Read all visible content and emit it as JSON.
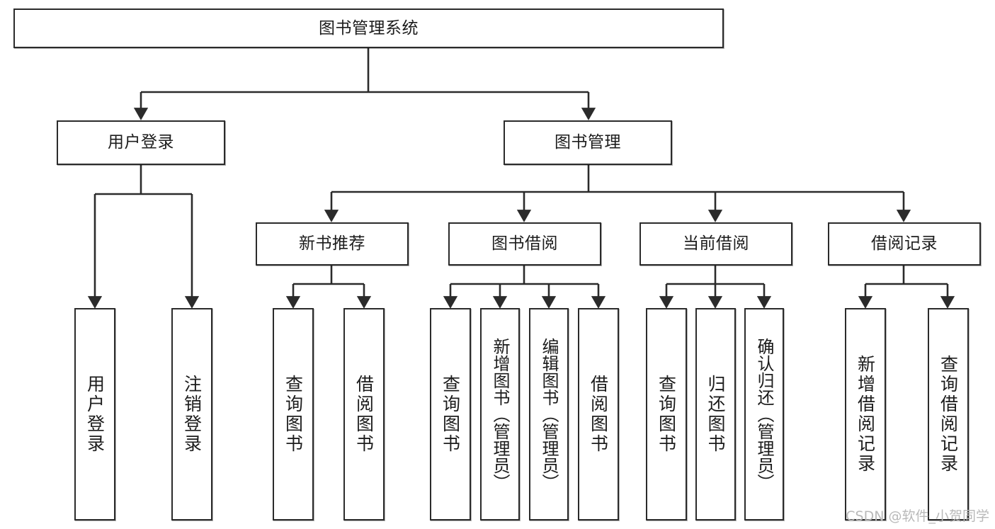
{
  "diagram": {
    "type": "tree-hierarchy",
    "title": "图书管理系统",
    "orientation": "top-down",
    "colors": {
      "node_border": "#2b2b2b",
      "node_fill": "#ffffff",
      "edge": "#2b2b2b",
      "text": "#1c1c1c",
      "watermark": "#b9b9b9",
      "background": "#ffffff"
    }
  },
  "nodes": {
    "root": {
      "label": "图书管理系统"
    },
    "level2": [
      {
        "id": "user-login",
        "label": "用户登录"
      },
      {
        "id": "book-manage",
        "label": "图书管理"
      }
    ],
    "level3": [
      {
        "id": "new-book-recommend",
        "label": "新书推荐"
      },
      {
        "id": "book-borrow",
        "label": "图书借阅"
      },
      {
        "id": "current-borrow",
        "label": "当前借阅"
      },
      {
        "id": "borrow-record",
        "label": "借阅记录"
      }
    ],
    "leaves": {
      "user_login": [
        {
          "id": "leaf-user-login",
          "label": "用户登录"
        },
        {
          "id": "leaf-logout-login",
          "label": "注销登录"
        }
      ],
      "new_book_recommend": [
        {
          "id": "leaf-query-book-1",
          "label": "查询图书"
        },
        {
          "id": "leaf-borrow-book-1",
          "label": "借阅图书"
        }
      ],
      "book_borrow": [
        {
          "id": "leaf-query-book-2",
          "label": "查询图书"
        },
        {
          "id": "leaf-add-book",
          "label": "新增图书（管理员）"
        },
        {
          "id": "leaf-edit-book",
          "label": "编辑图书（管理员）"
        },
        {
          "id": "leaf-borrow-book-2",
          "label": "借阅图书"
        }
      ],
      "current_borrow": [
        {
          "id": "leaf-query-book-3",
          "label": "查询图书"
        },
        {
          "id": "leaf-return-book",
          "label": "归还图书"
        },
        {
          "id": "leaf-confirm-return",
          "label": "确认归还（管理员）"
        }
      ],
      "borrow_record": [
        {
          "id": "leaf-add-record",
          "label": "新增借阅记录"
        },
        {
          "id": "leaf-query-record",
          "label": "查询借阅记录"
        }
      ]
    }
  },
  "watermark": {
    "text": "CSDN @软件_小贺同学"
  }
}
